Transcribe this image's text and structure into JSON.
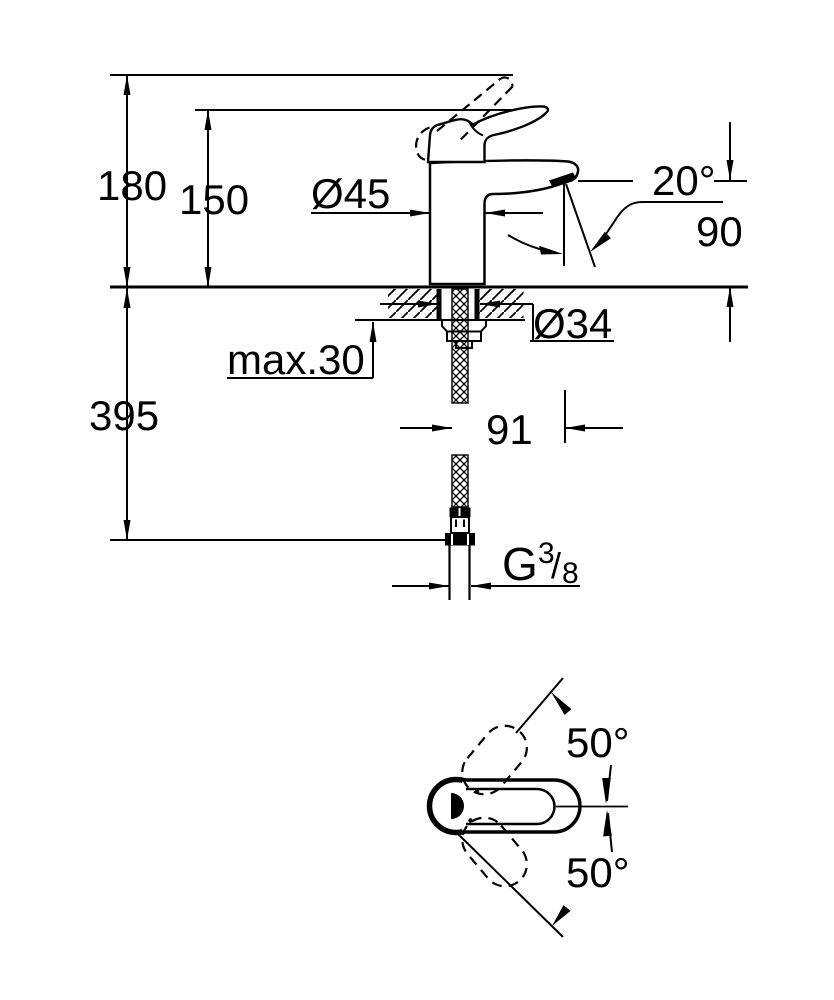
{
  "drawing": {
    "labels": {
      "height_total": "180",
      "height_spout": "150",
      "hose_length": "395",
      "body_diameter": "Ø45",
      "stream_angle": "20°",
      "outlet_height": "90",
      "shank_diameter": "Ø34",
      "max_thickness": "max.30",
      "spout_reach": "91",
      "thread_g": "G",
      "thread_num": "3",
      "thread_slash": "/",
      "thread_den": "8",
      "swing_upper": "50°",
      "swing_lower": "50°"
    },
    "colors": {
      "line": "#000000",
      "background": "#ffffff"
    }
  }
}
